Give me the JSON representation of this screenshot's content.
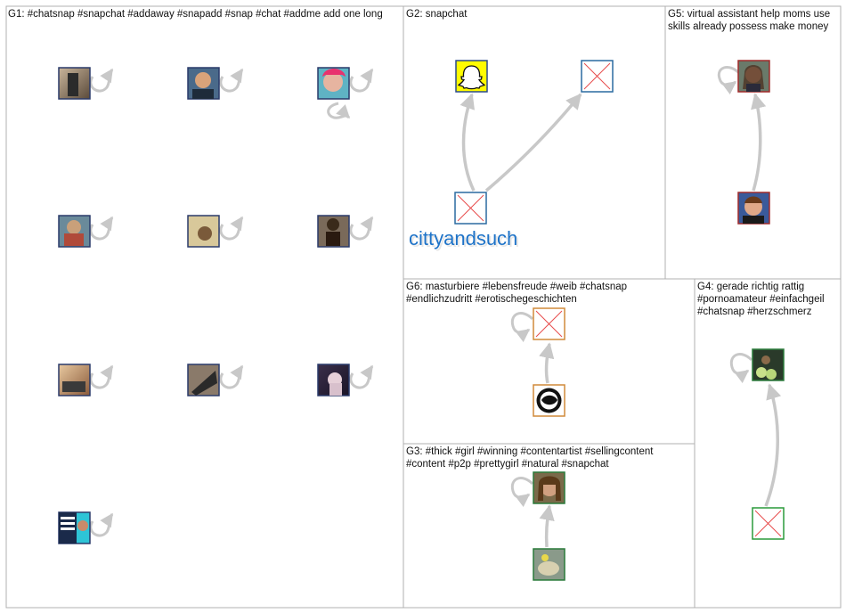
{
  "graph": {
    "groups": [
      {
        "id": "G1",
        "label": "G1: #chatsnap #snapchat #addaway #snapadd #snap #chat #addme add one long"
      },
      {
        "id": "G2",
        "label": "G2: snapchat"
      },
      {
        "id": "G5",
        "label": "G5: virtual assistant help moms use skills already possess make money"
      },
      {
        "id": "G6",
        "label": "G6: masturbiere #lebensfreude #weib #chatsnap #endlichzudritt #erotischegeschichten"
      },
      {
        "id": "G4",
        "label": "G4: gerade richtig rattig #pornoamateur #einfachgeil #chatsnap #herzschmerz"
      },
      {
        "id": "G3",
        "label": "G3: #thick #girl #winning #contentartist #sellingcontent #content #p2p #prettygirl #natural #snapchat"
      }
    ],
    "node_labels": {
      "cittyandsuch": "cittyandsuch"
    },
    "colors": {
      "border": "#b0b0b0",
      "edge": "#c8c8c8",
      "label_blue": "#1e73c8",
      "snapchat_yellow": "#fffc00"
    }
  }
}
